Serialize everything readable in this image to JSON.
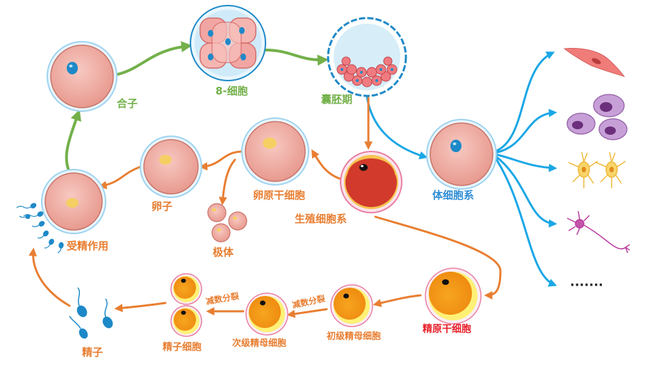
{
  "colors": {
    "green": "#73b04a",
    "orange": "#e87e31",
    "blue": "#1aa7e6",
    "red_label": "#e8202a",
    "somatic_label": "#2f8dd6"
  },
  "labels": {
    "zygote": "合子",
    "eight_cell": "8-细胞",
    "blastocyst": "囊胚期",
    "somatic_line": "体细胞系",
    "germ_line": "生殖细胞系",
    "oogonium": "卵原干细胞",
    "egg": "卵子",
    "polar_body": "极体",
    "fertilization": "受精作用",
    "spermatogonium": "精原干细胞",
    "primary_spermatocyte": "初级精母细胞",
    "meiosis_1": "减数分裂",
    "secondary_spermatocyte": "次级精母细胞",
    "meiosis_2": "减数分裂",
    "spermatid": "精子细胞",
    "sperm": "精子",
    "more": "·······"
  },
  "icons": [
    "muscle-cell-icon",
    "blood-cells-icon",
    "glial-cells-icon",
    "neuron-icon",
    "sperm-swarm-icon"
  ]
}
